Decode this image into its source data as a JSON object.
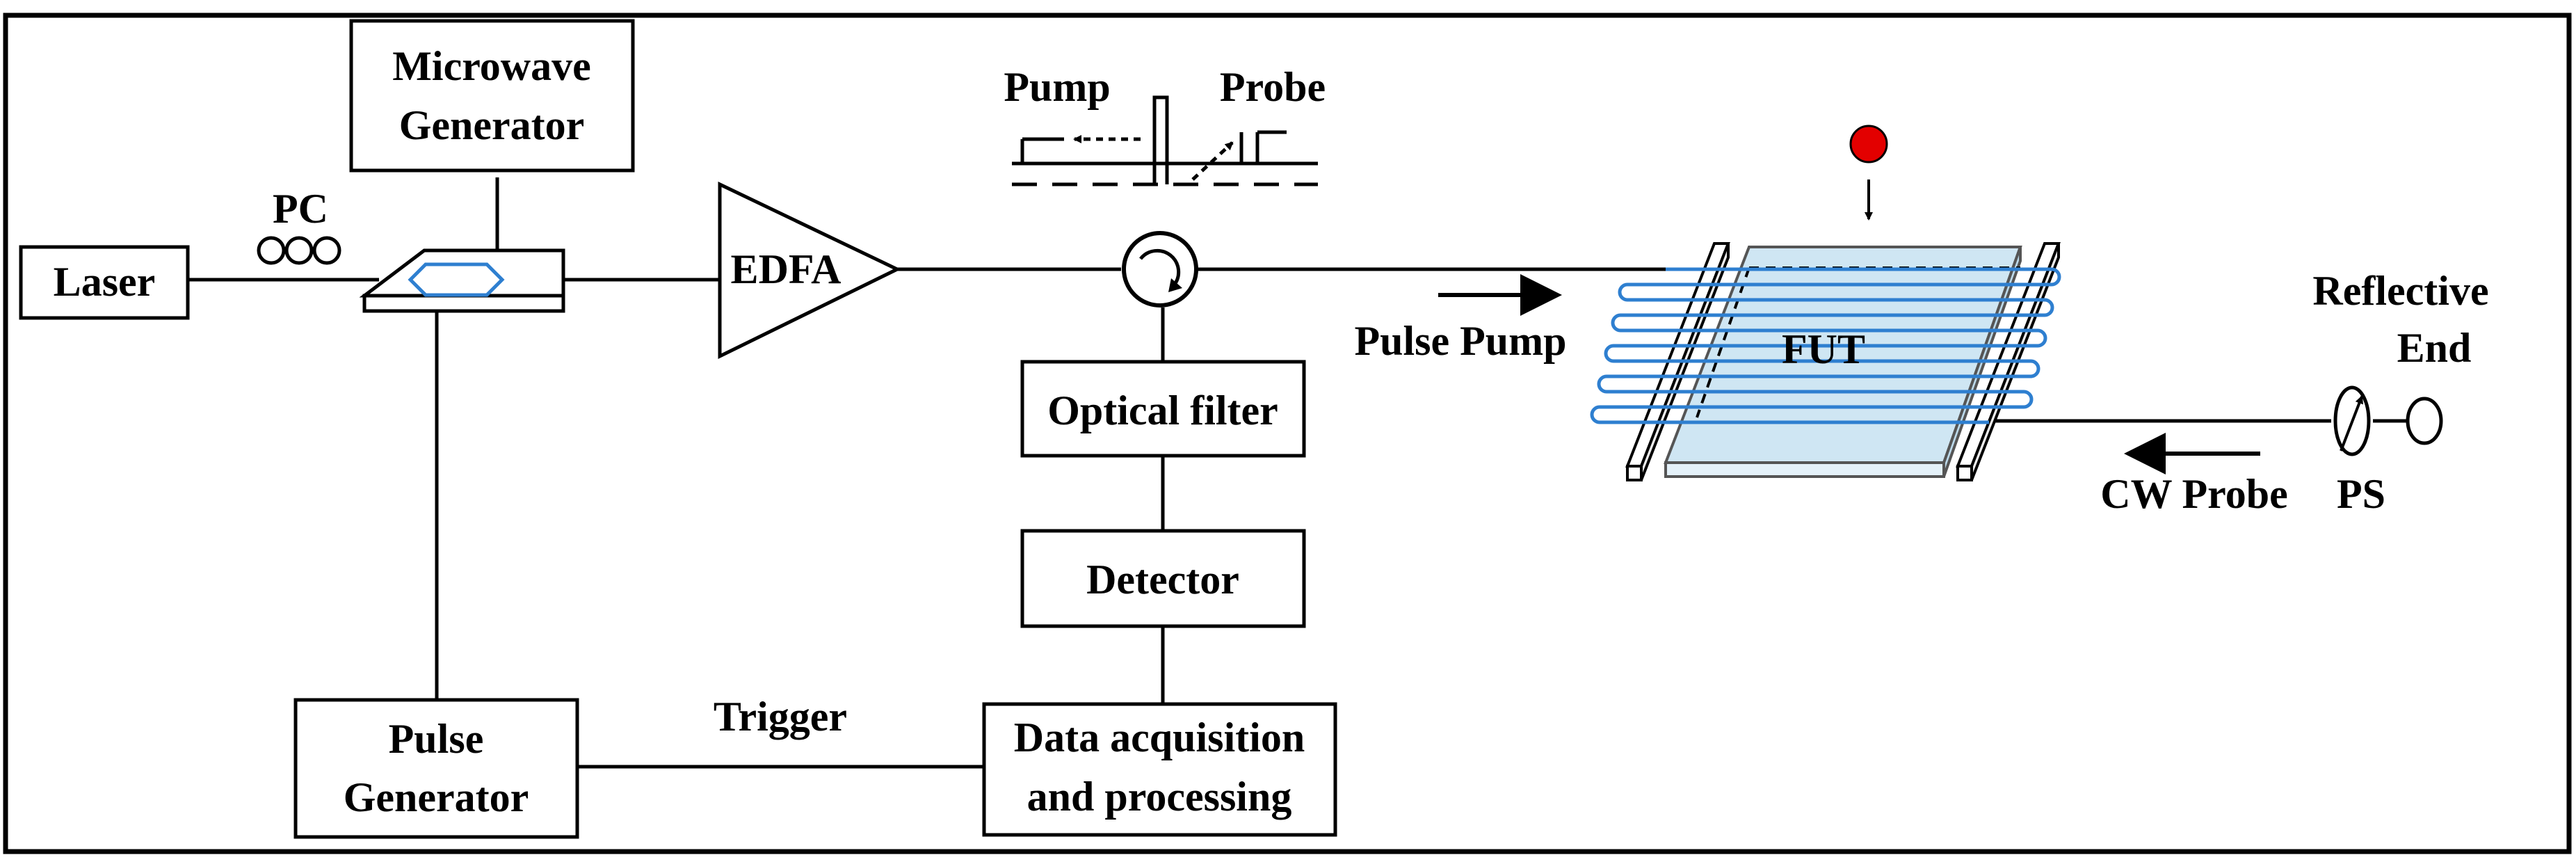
{
  "labels": {
    "laser": "Laser",
    "pc": "PC",
    "microwave_line1": "Microwave",
    "microwave_line2": "Generator",
    "edfa": "EDFA",
    "pump": "Pump",
    "probe": "Probe",
    "optical_filter": "Optical filter",
    "detector": "Detector",
    "pulse_line1": "Pulse",
    "pulse_line2": "Generator",
    "trigger": "Trigger",
    "daq_line1": "Data acquisition",
    "daq_line2": "and processing",
    "pulse_pump": "Pulse Pump",
    "fut": "FUT",
    "reflective_line1": "Reflective",
    "reflective_line2": "End",
    "cw_probe": "CW Probe",
    "ps": "PS"
  },
  "colors": {
    "fiber": "#2e7fd0",
    "fut_plate": "#cfe6f3",
    "hot_spot": "#e30000"
  }
}
